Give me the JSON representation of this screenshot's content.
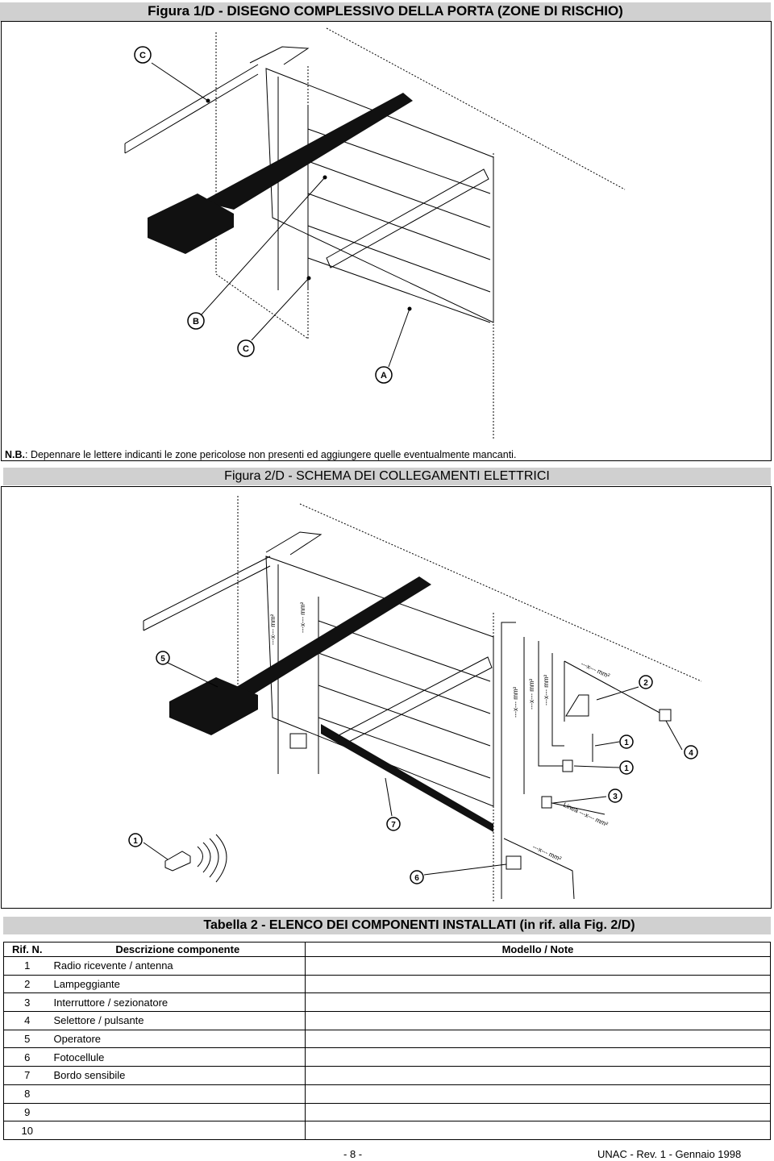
{
  "figure1": {
    "title": "Figura 1/D - DISEGNO COMPLESSIVO DELLA PORTA (ZONE DI RISCHIO)",
    "markers": [
      "C",
      "B",
      "C",
      "A"
    ],
    "note_prefix": "N.B.",
    "note_text": ": Depennare le lettere indicanti le zone pericolose non presenti ed aggiungere quelle eventualmente mancanti."
  },
  "figure2": {
    "title": "Figura 2/D - SCHEMA DEI COLLEGAMENTI ELETTRICI",
    "markers": [
      "5",
      "2",
      "1",
      "4",
      "1",
      "3",
      "7",
      "1",
      "6"
    ],
    "cable_labels": [
      "---x--- mm²",
      "---x--- mm²",
      "---x--- mm²",
      "---x--- mm²",
      "---x--- mm²",
      "---x--- mm²",
      "Linea ---x--- mm²",
      "---x--- mm²"
    ]
  },
  "table": {
    "title": "Tabella 2 - ELENCO DEI COMPONENTI INSTALLATI (in rif. alla Fig. 2/D)",
    "headers": [
      "Rif. N.",
      "Descrizione componente",
      "Modello / Note"
    ],
    "rows": [
      [
        "1",
        "Radio ricevente / antenna",
        ""
      ],
      [
        "2",
        "Lampeggiante",
        ""
      ],
      [
        "3",
        "Interruttore / sezionatore",
        ""
      ],
      [
        "4",
        "Selettore / pulsante",
        ""
      ],
      [
        "5",
        "Operatore",
        ""
      ],
      [
        "6",
        "Fotocellule",
        ""
      ],
      [
        "7",
        "Bordo sensibile",
        ""
      ],
      [
        "8",
        "",
        ""
      ],
      [
        "9",
        "",
        ""
      ],
      [
        "10",
        "",
        ""
      ]
    ]
  },
  "footer": {
    "page": "- 8 -",
    "doc_ref": "UNAC - Rev. 1 - Gennaio 1998"
  }
}
